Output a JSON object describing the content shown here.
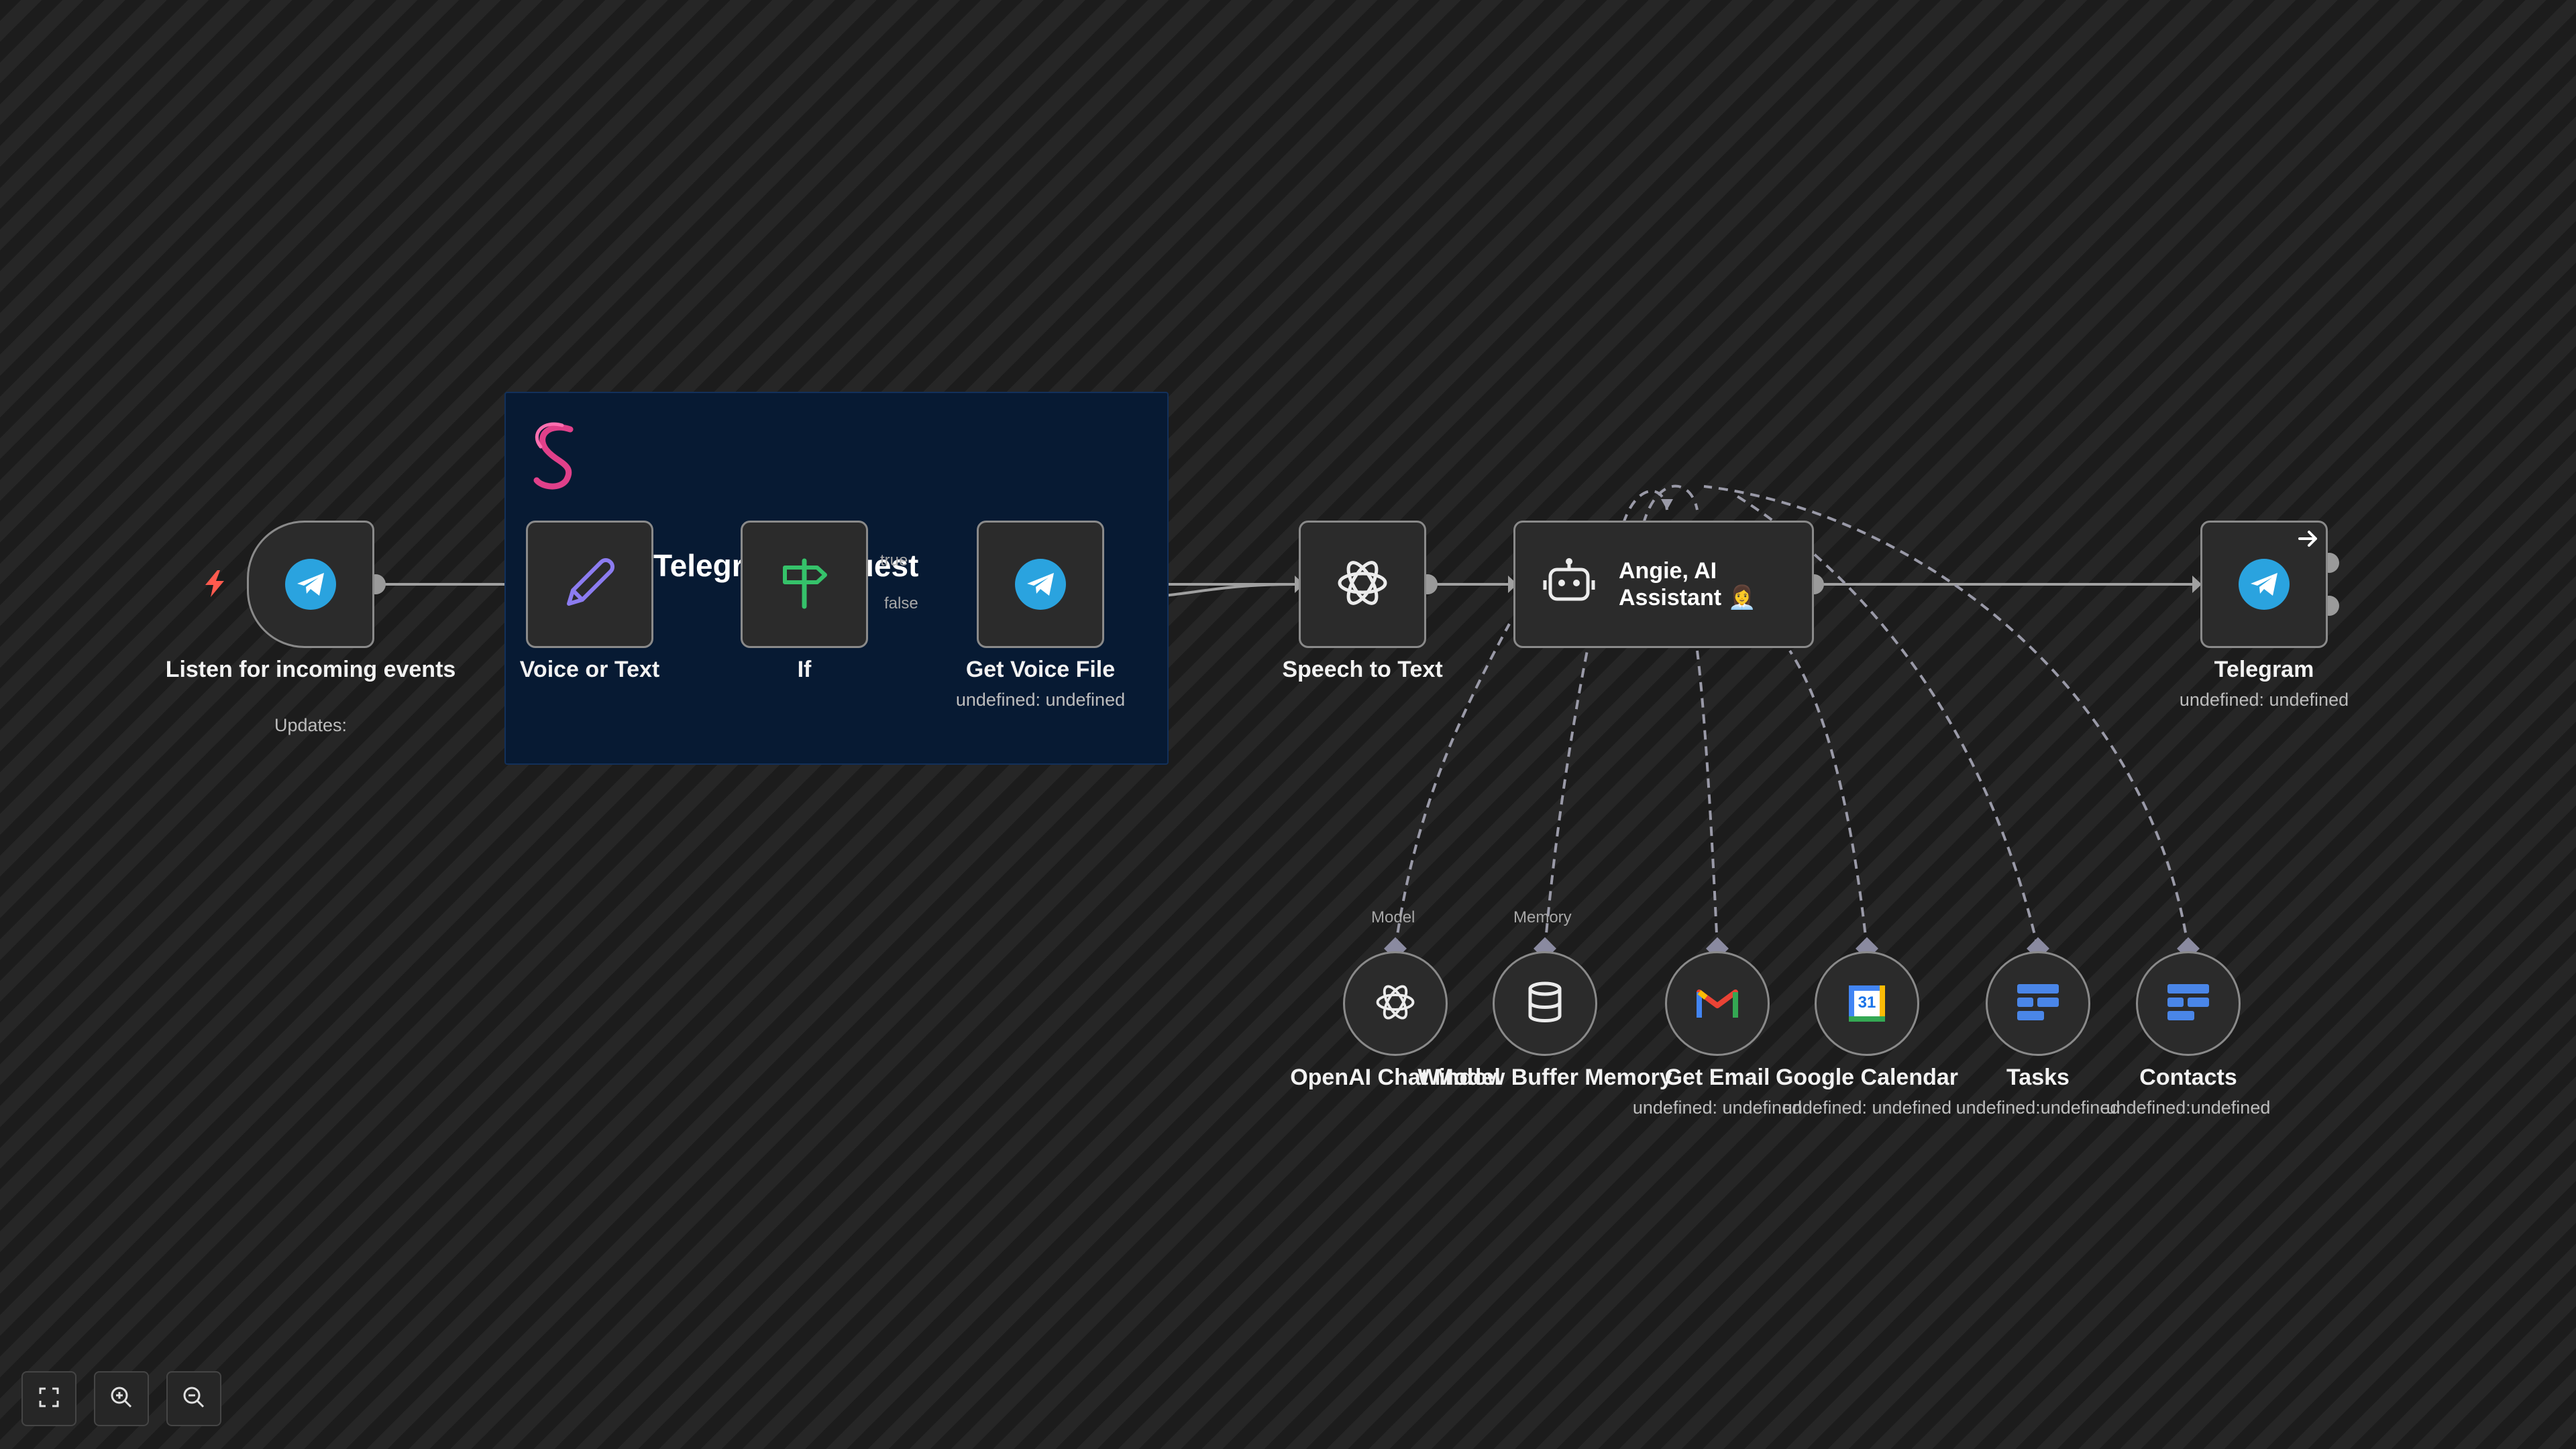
{
  "sticky": {
    "text": "Telegram Request"
  },
  "nodes": {
    "listen": {
      "title": "Listen for incoming events",
      "subtitle": "Updates:"
    },
    "voice_or_text": {
      "title": "Voice or Text"
    },
    "if": {
      "title": "If",
      "true_label": "true",
      "false_label": "false"
    },
    "get_voice_file": {
      "title": "Get Voice File",
      "subtitle": "undefined: undefined"
    },
    "speech_to_text": {
      "title": "Speech to Text"
    },
    "agent": {
      "title": "Angie, AI Assistant 👩‍💼"
    },
    "telegram": {
      "title": "Telegram",
      "subtitle": "undefined: undefined"
    }
  },
  "sub_nodes": [
    {
      "title": "OpenAI Chat Model",
      "subtitle": "",
      "port_label": "Model",
      "icon": "openai-icon"
    },
    {
      "title": "Window Buffer Memory",
      "subtitle": "",
      "port_label": "Memory",
      "icon": "database-icon"
    },
    {
      "title": "Get Email",
      "subtitle": "undefined: undefined",
      "port_label": "",
      "icon": "gmail-icon"
    },
    {
      "title": "Google Calendar",
      "subtitle": "undefined: undefined",
      "port_label": "",
      "icon": "google-calendar-icon"
    },
    {
      "title": "Tasks",
      "subtitle": "undefined:undefined",
      "port_label": "",
      "icon": "tasks-icon"
    },
    {
      "title": "Contacts",
      "subtitle": "undefined:undefined",
      "port_label": "",
      "icon": "tasks-icon"
    }
  ],
  "calendar_day": "31",
  "colors": {
    "telegram": "#2aa3df",
    "if_green": "#35c26a",
    "pencil_purple": "#8c7cf0",
    "trigger_bolt": "#ff5a4e",
    "tasks_blue": "#4a86e8"
  },
  "controls": [
    "fit-view-icon",
    "zoom-in-icon",
    "zoom-out-icon"
  ]
}
